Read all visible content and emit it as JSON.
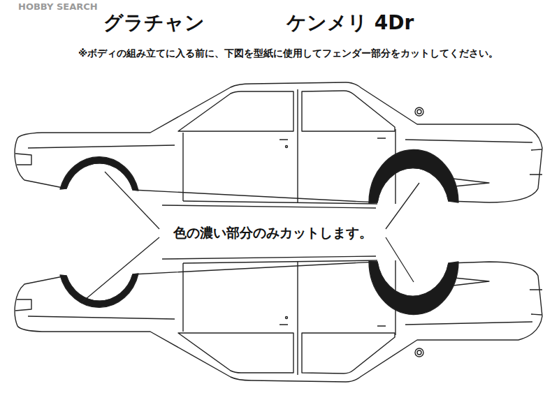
{
  "diagram": {
    "labels": [
      "HOBBY SEARCH",
      "グラチャン",
      "ケンメリ 4Dr",
      "※ボディの組み立てに入る前に、下図を型紙に使用してフェンダー部分をカットしてください。",
      "色の濃い部分のみカットします。"
    ]
  }
}
